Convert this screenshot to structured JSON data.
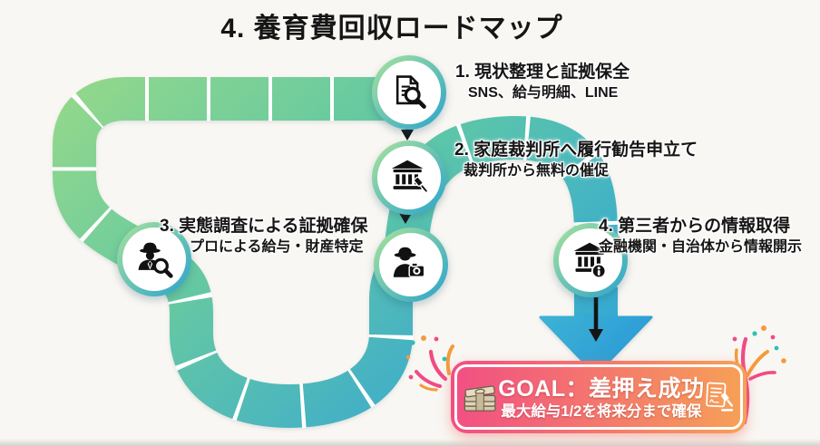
{
  "title": "4. 養育費回収ロードマップ",
  "steps": [
    {
      "title": "1. 現状整理と証拠保全",
      "subtitle": "SNS、給与明細、LINE",
      "icon": "document-search-icon"
    },
    {
      "title": "2. 家庭裁判所へ履行勧告申立て",
      "subtitle": "裁判所から無料の催促",
      "icon": "courthouse-gavel-icon"
    },
    {
      "title": "3. 実態調査による証拠確保",
      "subtitle": "プロによる給与・財産特定",
      "icon": "detective-search-icon",
      "icon_secondary": "detective-camera-icon"
    },
    {
      "title": "4. 第三者からの情報取得",
      "subtitle": "金融機関・自治体から情報開示",
      "icon": "bank-info-icon"
    }
  ],
  "goal": {
    "label": "GOAL：差押え成功",
    "subtitle": "最大給与1/2を将来分まで確保",
    "icon_left": "money-stack-icon",
    "icon_right": "judgment-gavel-icon"
  },
  "colors": {
    "road_start": "#93d88b",
    "road_mid": "#68caa0",
    "road_end": "#3eadcb",
    "arrow_blue": "#35a9d3",
    "goal_pink": "#f24e84",
    "goal_orange": "#f6a156",
    "text": "#161616",
    "background": "#f9f7f3"
  }
}
